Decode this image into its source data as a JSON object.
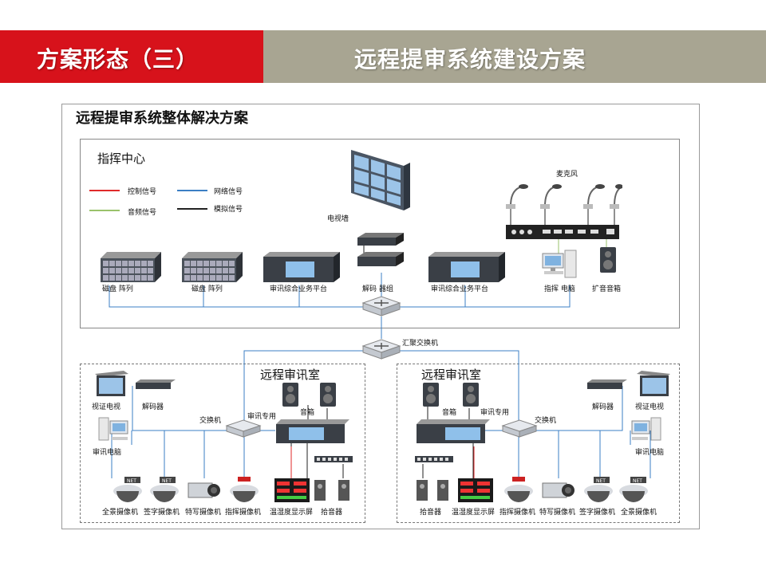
{
  "header": {
    "left_title": "方案形态（三）",
    "right_title": "远程提审系统建设方案",
    "left_color": "#d7121b",
    "right_color": "#a8a592"
  },
  "main_title": "远程提审系统整体解决方案",
  "command_center": {
    "title": "指挥中心",
    "legend": {
      "control": "控制信号",
      "network": "网络信号",
      "audio": "音频信号",
      "analog": "模拟信号"
    },
    "colors": {
      "control": "#e02a2a",
      "network": "#3b7fc4",
      "audio": "#9ac26b",
      "analog": "#222222"
    },
    "labels": {
      "tv_wall": "电视墙",
      "mic": "麦克风",
      "disk1": "磁盘 阵列",
      "disk2": "磁盘 阵列",
      "platform1": "审讯综合业务平台",
      "decoder_group": "解码 器组",
      "platform2": "审讯综合业务平台",
      "cmd_pc": "指挥 电脑",
      "speaker": "扩音音箱"
    }
  },
  "core_switch": "汇聚交换机",
  "rooms": [
    {
      "title": "远程审讯室",
      "labels": {
        "tv": "视证电视",
        "decoder": "解码器",
        "switch": "交换机",
        "dedicated": "审讯专用",
        "speakers": "音箱",
        "pc": "审讯电脑",
        "cam1": "全景摄像机",
        "cam2": "签字摄像机",
        "cam3": "特写摄像机",
        "cam4": "指挥摄像机",
        "display": "温湿度显示屏",
        "pickup": "拾音器"
      }
    },
    {
      "title": "远程审讯室",
      "labels": {
        "tv": "视证电视",
        "decoder": "解码器",
        "switch": "交换机",
        "dedicated": "审讯专用",
        "speakers": "音箱",
        "pc": "审讯电脑",
        "cam1": "全景摄像机",
        "cam2": "签字摄像机",
        "cam3": "特写摄像机",
        "cam4": "指挥摄像机",
        "display": "温湿度显示屏",
        "pickup": "拾音器"
      }
    }
  ]
}
